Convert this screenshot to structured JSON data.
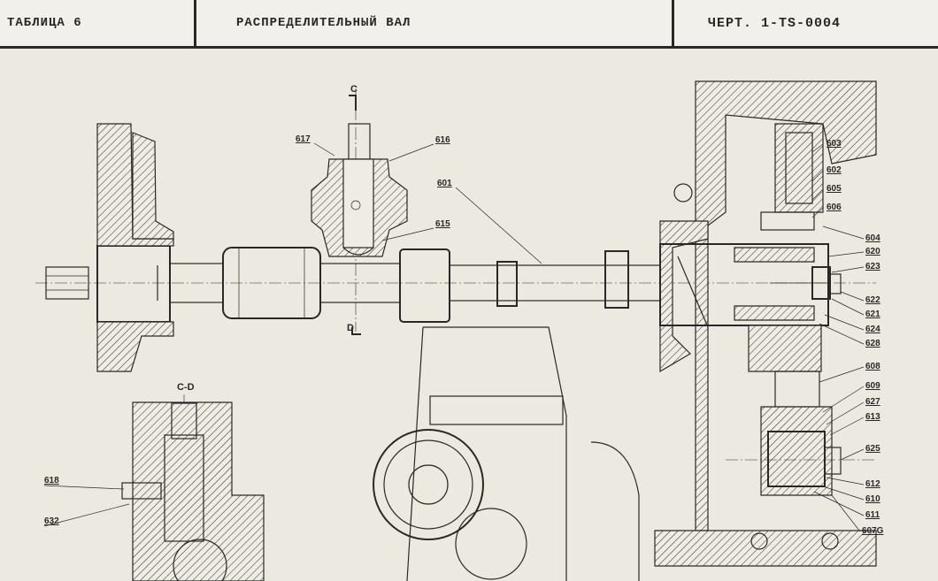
{
  "header": {
    "table_label": "ТАБЛИЦА 6",
    "title": "РАСПРЕДЕЛИТЕЛЬНЫЙ ВАЛ",
    "drawing_number": "ЧЕРТ. 1-TS-0004"
  },
  "section_labels": {
    "c": "C",
    "d": "D",
    "cd": "C-D"
  },
  "callouts": {
    "c617": "617",
    "c616": "616",
    "c615": "615",
    "c601": "601",
    "c603": "603",
    "c602": "602",
    "c605": "605",
    "c606": "606",
    "c604": "604",
    "c620": "620",
    "c623": "623",
    "c622": "622",
    "c621": "621",
    "c624": "624",
    "c628": "628",
    "c608": "608",
    "c609": "609",
    "c627": "627",
    "c613": "613",
    "c625": "625",
    "c612": "612",
    "c610": "610",
    "c611": "611",
    "c607g": "607G",
    "c618": "618",
    "c632": "632"
  }
}
